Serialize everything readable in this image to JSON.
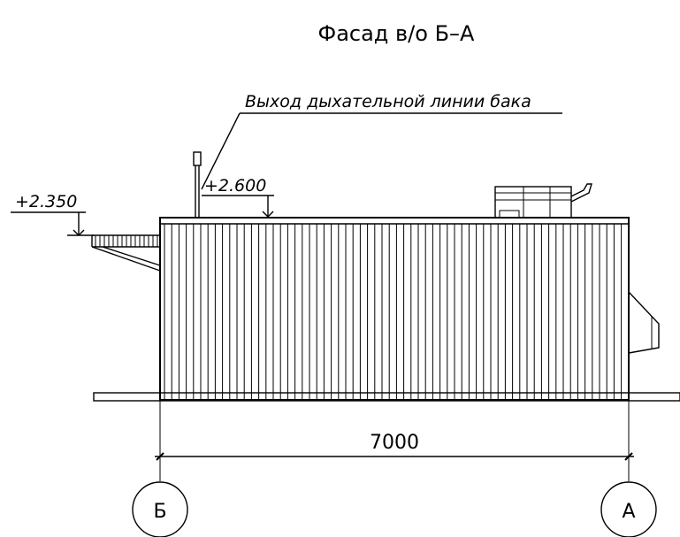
{
  "title": "Фасад в/о Б–А",
  "annotation": "Выход дыхательной линии бака",
  "elevations": {
    "left": "+2.350",
    "top": "+2.600"
  },
  "dimension": "7000",
  "axes": {
    "left": "Б",
    "right": "А"
  }
}
